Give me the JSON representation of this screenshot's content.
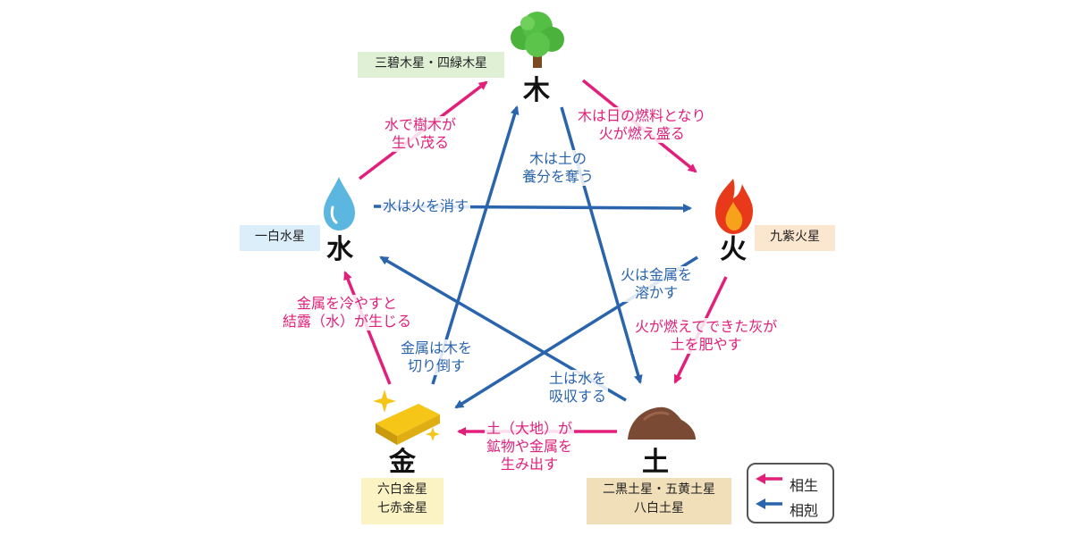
{
  "colors": {
    "generate": "#e0207a",
    "control": "#2a64ad"
  },
  "elements": {
    "wood": {
      "char": "木",
      "icon": "tree-icon",
      "stars": [
        "三碧木星・四緑木星"
      ]
    },
    "fire": {
      "char": "火",
      "icon": "flame-icon",
      "stars": [
        "九紫火星"
      ]
    },
    "earth": {
      "char": "土",
      "icon": "soil-icon",
      "stars": [
        "二黒土星・五黄土星",
        "八白土星"
      ]
    },
    "metal": {
      "char": "金",
      "icon": "gold-bar-icon",
      "stars": [
        "六白金星",
        "七赤金星"
      ]
    },
    "water": {
      "char": "水",
      "icon": "water-drop-icon",
      "stars": [
        "一白水星"
      ]
    }
  },
  "generate_labels": {
    "wood_fire": [
      "木は日の燃料となり",
      "火が燃え盛る"
    ],
    "fire_earth": [
      "火が燃えてできた灰が",
      "土を肥やす"
    ],
    "earth_metal": [
      "土（大地）が",
      "鉱物や金属を",
      "生み出す"
    ],
    "metal_water": [
      "金属を冷やすと",
      "結露（水）が生じる"
    ],
    "water_wood": [
      "水で樹木が",
      "生い茂る"
    ]
  },
  "control_labels": {
    "wood_earth": [
      "木は土の",
      "養分を奪う"
    ],
    "water_fire": [
      "水は火を消す"
    ],
    "fire_metal": [
      "火は金属を",
      "溶かす"
    ],
    "metal_wood": [
      "金属は木を",
      "切り倒す"
    ],
    "earth_water": [
      "土は水を",
      "吸収する"
    ]
  },
  "legend": {
    "generate": "相生",
    "control": "相剋"
  }
}
